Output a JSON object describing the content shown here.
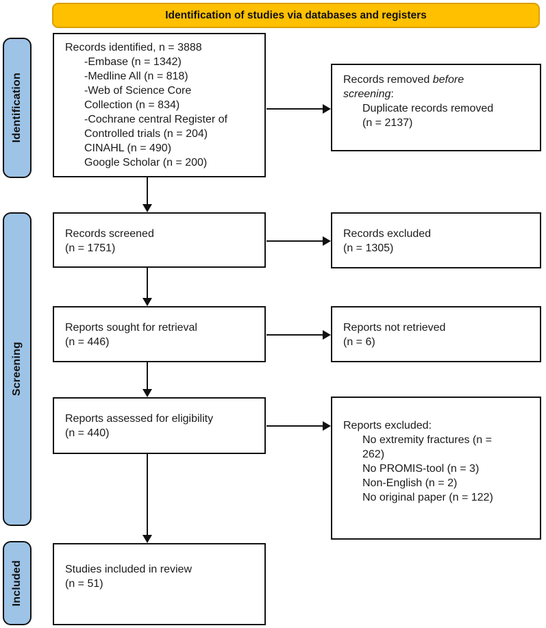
{
  "banner": {
    "label": "Identification of studies via databases and registers"
  },
  "colors": {
    "banner_bg": "#FFC000",
    "banner_border": "#DA9E00",
    "sidebar_bg": "#9DC3E6",
    "box_border": "#111111"
  },
  "sidebar": {
    "items": [
      {
        "id": "identification",
        "label": "Identification"
      },
      {
        "id": "screening",
        "label": "Screening"
      },
      {
        "id": "included",
        "label": "Included"
      }
    ]
  },
  "boxes": [
    {
      "id": "records-identified",
      "lines": [
        {
          "text": "Records identified, n = 3888",
          "indent": false
        },
        {
          "text": "-Embase (n = 1342)",
          "indent": true
        },
        {
          "text": "-Medline All (n = 818)",
          "indent": true
        },
        {
          "text": "-Web of Science Core",
          "indent": true
        },
        {
          "text": "Collection (n = 834)",
          "indent": true
        },
        {
          "text": "-Cochrane central Register of",
          "indent": true
        },
        {
          "text": "Controlled trials (n = 204)",
          "indent": true
        },
        {
          "text": "CINAHL (n = 490)",
          "indent": true
        },
        {
          "text": "Google Scholar (n = 200)",
          "indent": true
        }
      ]
    },
    {
      "id": "records-removed",
      "lines": [
        {
          "parts": [
            {
              "text": "Records removed ",
              "italic": false
            },
            {
              "text": "before",
              "italic": true
            }
          ],
          "indent": false
        },
        {
          "parts": [
            {
              "text": "screening",
              "italic": true
            },
            {
              "text": ":",
              "italic": false
            }
          ],
          "indent": false
        },
        {
          "text": "Duplicate records removed",
          "indent": true
        },
        {
          "text": "(n = 2137)",
          "indent": true
        }
      ]
    },
    {
      "id": "records-screened",
      "lines": [
        {
          "text": "Records screened",
          "indent": false
        },
        {
          "text": "(n = 1751)",
          "indent": false
        }
      ]
    },
    {
      "id": "records-excluded",
      "lines": [
        {
          "text": "Records excluded",
          "indent": false
        },
        {
          "text": "(n = 1305)",
          "indent": false
        }
      ]
    },
    {
      "id": "reports-sought",
      "lines": [
        {
          "text": "Reports sought for retrieval",
          "indent": false
        },
        {
          "text": "(n = 446)",
          "indent": false
        }
      ]
    },
    {
      "id": "reports-not-retrieved",
      "lines": [
        {
          "text": "Reports not retrieved",
          "indent": false
        },
        {
          "text": "(n = 6)",
          "indent": false
        }
      ]
    },
    {
      "id": "reports-assessed",
      "lines": [
        {
          "text": "Reports assessed for eligibility",
          "indent": false
        },
        {
          "text": "(n = 440)",
          "indent": false
        }
      ]
    },
    {
      "id": "reports-excluded",
      "lines": [
        {
          "text": "Reports excluded:",
          "indent": false
        },
        {
          "text": "No extremity fractures (n =",
          "indent": true
        },
        {
          "text": "262)",
          "indent": true
        },
        {
          "text": "No PROMIS-tool (n = 3)",
          "indent": true
        },
        {
          "text": "Non-English (n = 2)",
          "indent": true
        },
        {
          "text": "No original paper (n = 122)",
          "indent": true
        }
      ]
    },
    {
      "id": "studies-included",
      "lines": [
        {
          "text": "Studies included in review",
          "indent": false
        },
        {
          "text": "(n = 51)",
          "indent": false
        }
      ]
    }
  ]
}
